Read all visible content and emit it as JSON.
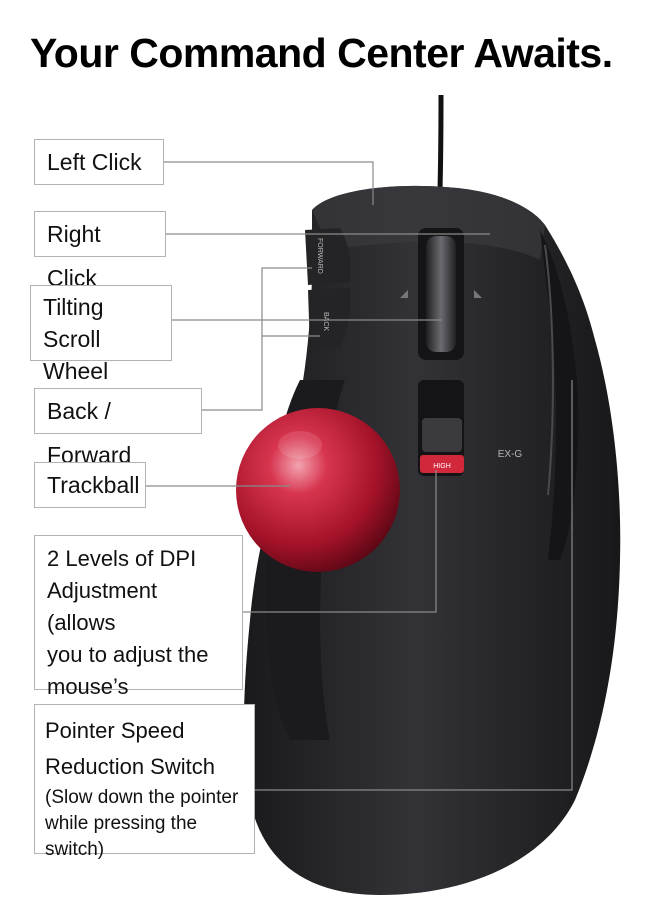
{
  "headline": "Your Command Center Awaits.",
  "callouts": [
    {
      "id": "left-click",
      "lines": [
        "Left Click"
      ]
    },
    {
      "id": "right-click",
      "lines": [
        "Right Click"
      ]
    },
    {
      "id": "tilting-scroll-wheel",
      "lines": [
        "Tilting Scroll",
        "Wheel"
      ]
    },
    {
      "id": "back-forward",
      "lines": [
        "Back / Forward"
      ]
    },
    {
      "id": "trackball",
      "lines": [
        "Trackball"
      ]
    },
    {
      "id": "dpi-adjustment",
      "lines": [
        "2 Levels of DPI",
        "Adjustment (allows",
        "you to adjust the",
        "mouse’s sensitivity)"
      ]
    },
    {
      "id": "pointer-speed-switch",
      "lines": [
        "Pointer Speed",
        "Reduction Switch"
      ],
      "sublines": [
        "(Slow down the pointer",
        "while pressing the switch)"
      ]
    }
  ],
  "device_markings": {
    "forward": "FORWARD",
    "back": "BACK",
    "high": "HIGH",
    "model": "EX-G"
  },
  "colors": {
    "mouse_body": "#2b2b2e",
    "trackball": "#c8203a",
    "dpi_indicator": "#d1283c",
    "leader_line": "#8a8a8a"
  }
}
